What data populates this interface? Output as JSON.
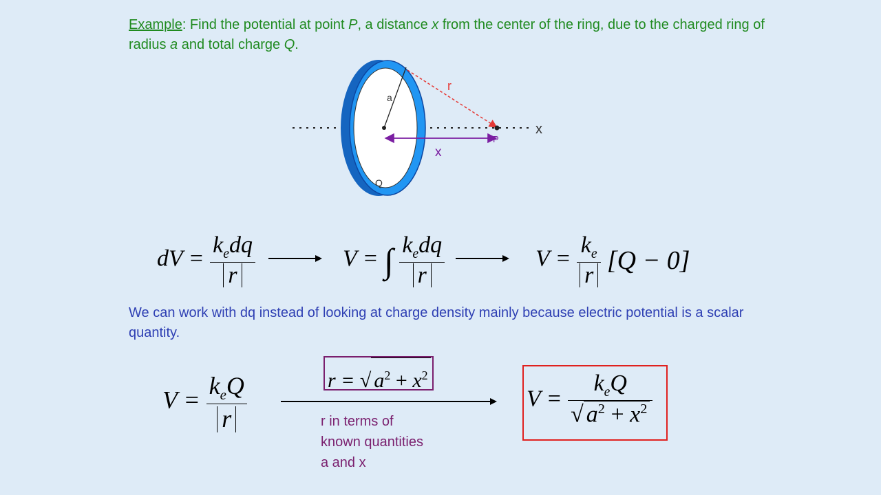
{
  "problem": {
    "lead": "Example",
    "text_1": ": Find the potential at point ",
    "var_P": "P",
    "text_2": ", a distance ",
    "var_x": "x",
    "text_3": " from the center of the ring, due to the charged ring of radius ",
    "var_a": "a",
    "text_4": " and total charge ",
    "var_Q": "Q",
    "text_5": "."
  },
  "diagram": {
    "label_r": "r",
    "label_a": "a",
    "label_x_axis": "x",
    "label_P": "P",
    "label_x_dist": "x",
    "label_Q": "Q",
    "colors": {
      "ring": "#1e88e5",
      "r_line": "#e53935",
      "x_arrow": "#7b1fa2",
      "labels": "#7b1fa2"
    }
  },
  "equations": {
    "eq1": {
      "lhs": "dV =",
      "num": "k",
      "num_sub": "e",
      "num_rest": "dq",
      "den": "r"
    },
    "eq2": {
      "lhs": "V =",
      "integral": "∫",
      "num": "k",
      "num_sub": "e",
      "num_rest": "dq",
      "den": "r"
    },
    "eq3": {
      "lhs": "V =",
      "num": "k",
      "num_sub": "e",
      "den": "r",
      "bracket": "[Q − 0]"
    },
    "eq4": {
      "lhs": "V =",
      "num": "k",
      "num_sub": "e",
      "num_rest": "Q",
      "den": "r"
    },
    "eq5": {
      "lhs": "r =",
      "radicand_a": "a",
      "exp_a": "2",
      "plus": " + ",
      "radicand_x": "x",
      "exp_x": "2"
    },
    "eq6": {
      "lhs": "V =",
      "num": "k",
      "num_sub": "e",
      "num_rest": "Q",
      "radicand_a": "a",
      "exp_a": "2",
      "plus": " + ",
      "radicand_x": "x",
      "exp_x": "2"
    }
  },
  "note": "We can work with dq instead of looking at charge density mainly because electric potential is a scalar quantity.",
  "side_note": {
    "line1": "r in terms of",
    "line2": "known quantities",
    "line3": "a and x"
  }
}
